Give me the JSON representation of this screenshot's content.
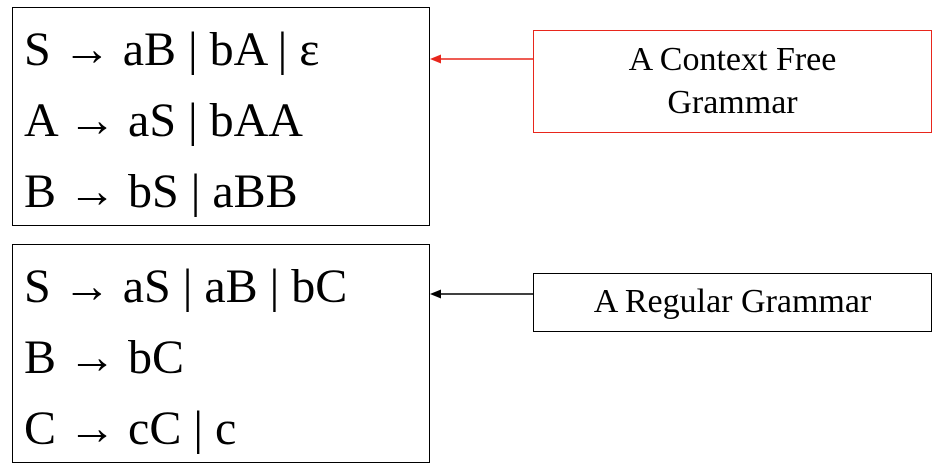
{
  "grammars": [
    {
      "rules": [
        {
          "lhs": "S",
          "arrow": "→",
          "rhs": "aB | bA | ε"
        },
        {
          "lhs": "A",
          "arrow": "→",
          "rhs": "aS | bAA"
        },
        {
          "lhs": "B",
          "arrow": "→",
          "rhs": "bS | aBB"
        }
      ],
      "label": "A Context Free Grammar",
      "label_lines": [
        "A Context Free",
        "Grammar"
      ],
      "color": "#e8261c"
    },
    {
      "rules": [
        {
          "lhs": "S",
          "arrow": "→",
          "rhs": "aS | aB | bC"
        },
        {
          "lhs": "B",
          "arrow": "→",
          "rhs": "bC"
        },
        {
          "lhs": "C",
          "arrow": "→",
          "rhs": "cC | c"
        }
      ],
      "label": "A Regular Grammar",
      "label_lines": [
        "A Regular Grammar"
      ],
      "color": "#000000"
    }
  ]
}
